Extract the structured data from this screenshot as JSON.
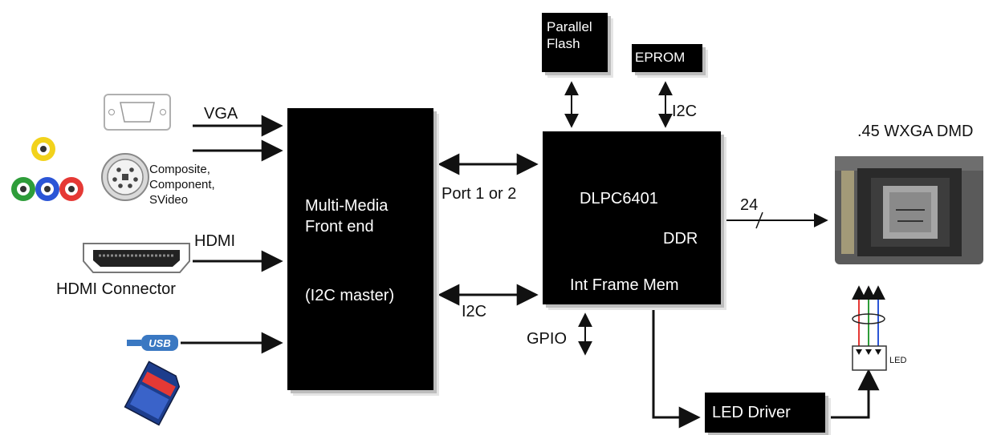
{
  "blocks": {
    "frontend": {
      "line1": "Multi-Media",
      "line2": "Front end",
      "line3": "(I2C master)"
    },
    "controller": {
      "name": "DLPC6401",
      "ddr": "DDR",
      "mem": "Int Frame Mem"
    },
    "flash": {
      "line1": "Parallel",
      "line2": "Flash"
    },
    "eprom": {
      "label": "EPROM"
    },
    "led_driver": {
      "label": "LED Driver"
    }
  },
  "labels": {
    "vga": "VGA",
    "composite": "Composite,",
    "component": "Component,",
    "svideo": "SVideo",
    "hdmi": "HDMI",
    "hdmi_connector": "HDMI Connector",
    "port": "Port 1 or 2",
    "i2c_bottom": "I2C",
    "i2c_top": "I2C",
    "gpio": "GPIO",
    "bus_width": "24",
    "dmd": ".45 WXGA DMD",
    "led": "LED",
    "usb": "USB"
  },
  "colors": {
    "block": "#000000",
    "line": "#111111",
    "led_red": "#e53935",
    "led_green": "#2e9d3a",
    "led_blue": "#2b55d6",
    "rca_yellow": "#f2d21b"
  }
}
